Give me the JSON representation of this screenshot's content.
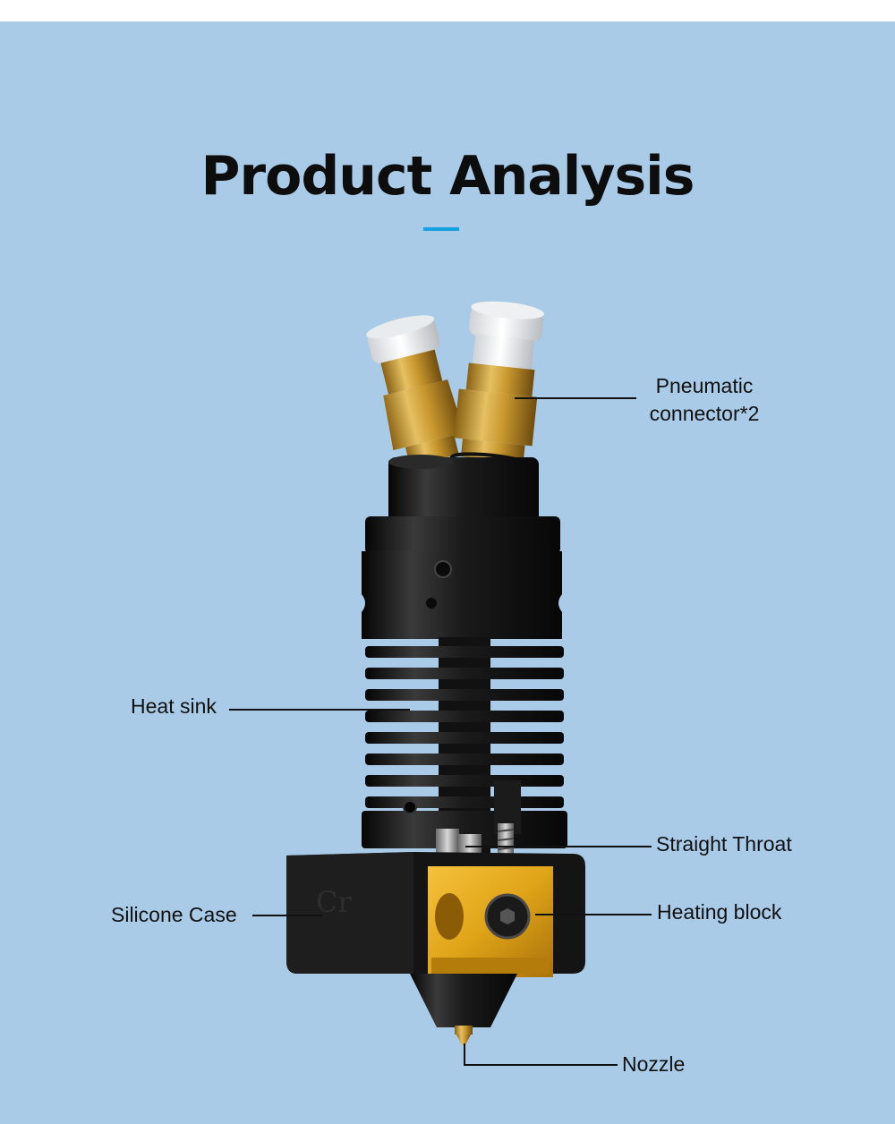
{
  "title": "Product Analysis",
  "colors": {
    "background": "#a9cbe7",
    "accent": "#17a1e1",
    "text": "#111111"
  },
  "callouts": {
    "pneumatic_line1": "Pneumatic",
    "pneumatic_line2": "connector*2",
    "heat_sink": "Heat sink",
    "straight_throat": "Straight Throat",
    "silicone_case": "Silicone Case",
    "heating_block": "Heating block",
    "nozzle": "Nozzle"
  },
  "product_logo": "Cr"
}
